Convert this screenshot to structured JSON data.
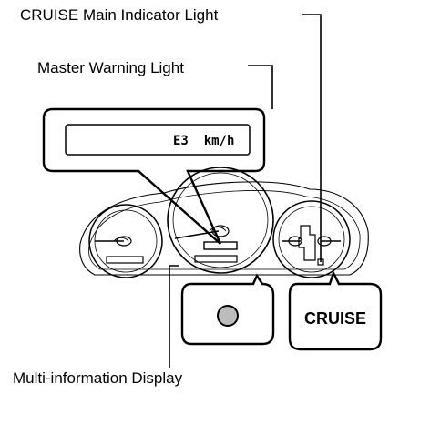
{
  "callouts": {
    "cruise_main_indicator_light": "CRUISE Main Indicator Light",
    "master_warning_light": "Master Warning Light",
    "multi_information_display": "Multi-information Display"
  },
  "display_readout": "E3  km/h",
  "cruise_indicator_text": "CRUISE"
}
